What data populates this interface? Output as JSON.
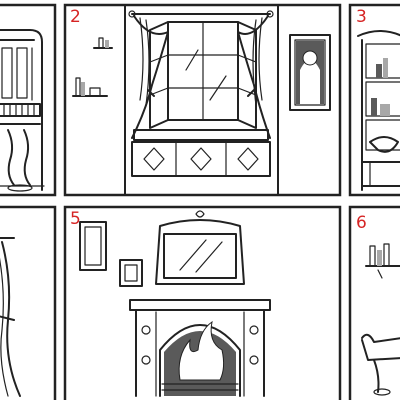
{
  "panels": [
    {
      "id": "1",
      "number": ""
    },
    {
      "id": "2",
      "number": "2"
    },
    {
      "id": "3",
      "number": "3"
    },
    {
      "id": "4",
      "number": ""
    },
    {
      "id": "5",
      "number": "5"
    },
    {
      "id": "6",
      "number": "6"
    }
  ],
  "colors": {
    "ink": "#222222",
    "number": "#d62424",
    "shade": "#a8a8a8",
    "paper": "#ffffff"
  }
}
